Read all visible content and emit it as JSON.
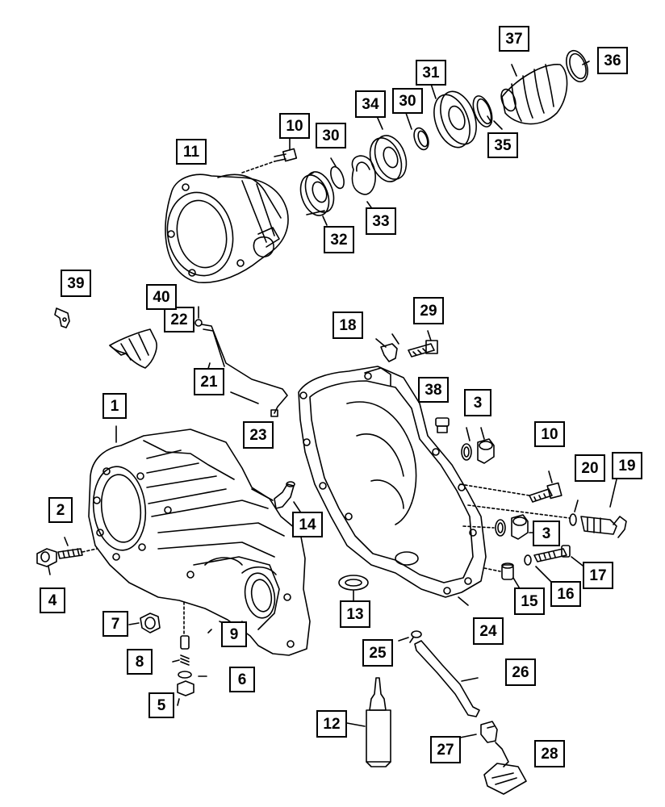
{
  "callouts": [
    {
      "id": "c1",
      "label": "1"
    },
    {
      "id": "c2",
      "label": "2"
    },
    {
      "id": "c3a",
      "label": "3"
    },
    {
      "id": "c3b",
      "label": "3"
    },
    {
      "id": "c4",
      "label": "4"
    },
    {
      "id": "c5",
      "label": "5"
    },
    {
      "id": "c6",
      "label": "6"
    },
    {
      "id": "c7",
      "label": "7"
    },
    {
      "id": "c8",
      "label": "8"
    },
    {
      "id": "c9",
      "label": "9"
    },
    {
      "id": "c10a",
      "label": "10"
    },
    {
      "id": "c10b",
      "label": "10"
    },
    {
      "id": "c11",
      "label": "11"
    },
    {
      "id": "c12",
      "label": "12"
    },
    {
      "id": "c13",
      "label": "13"
    },
    {
      "id": "c14",
      "label": "14"
    },
    {
      "id": "c15",
      "label": "15"
    },
    {
      "id": "c16",
      "label": "16"
    },
    {
      "id": "c17",
      "label": "17"
    },
    {
      "id": "c18",
      "label": "18"
    },
    {
      "id": "c19",
      "label": "19"
    },
    {
      "id": "c20",
      "label": "20"
    },
    {
      "id": "c21",
      "label": "21"
    },
    {
      "id": "c22",
      "label": "22"
    },
    {
      "id": "c23",
      "label": "23"
    },
    {
      "id": "c24",
      "label": "24"
    },
    {
      "id": "c25",
      "label": "25"
    },
    {
      "id": "c26",
      "label": "26"
    },
    {
      "id": "c27",
      "label": "27"
    },
    {
      "id": "c28",
      "label": "28"
    },
    {
      "id": "c29",
      "label": "29"
    },
    {
      "id": "c30a",
      "label": "30"
    },
    {
      "id": "c30b",
      "label": "30"
    },
    {
      "id": "c31",
      "label": "31"
    },
    {
      "id": "c32",
      "label": "32"
    },
    {
      "id": "c33",
      "label": "33"
    },
    {
      "id": "c34",
      "label": "34"
    },
    {
      "id": "c35",
      "label": "35"
    },
    {
      "id": "c36",
      "label": "36"
    },
    {
      "id": "c37",
      "label": "37"
    },
    {
      "id": "c38",
      "label": "38"
    },
    {
      "id": "c39",
      "label": "39"
    },
    {
      "id": "c40",
      "label": "40"
    }
  ]
}
